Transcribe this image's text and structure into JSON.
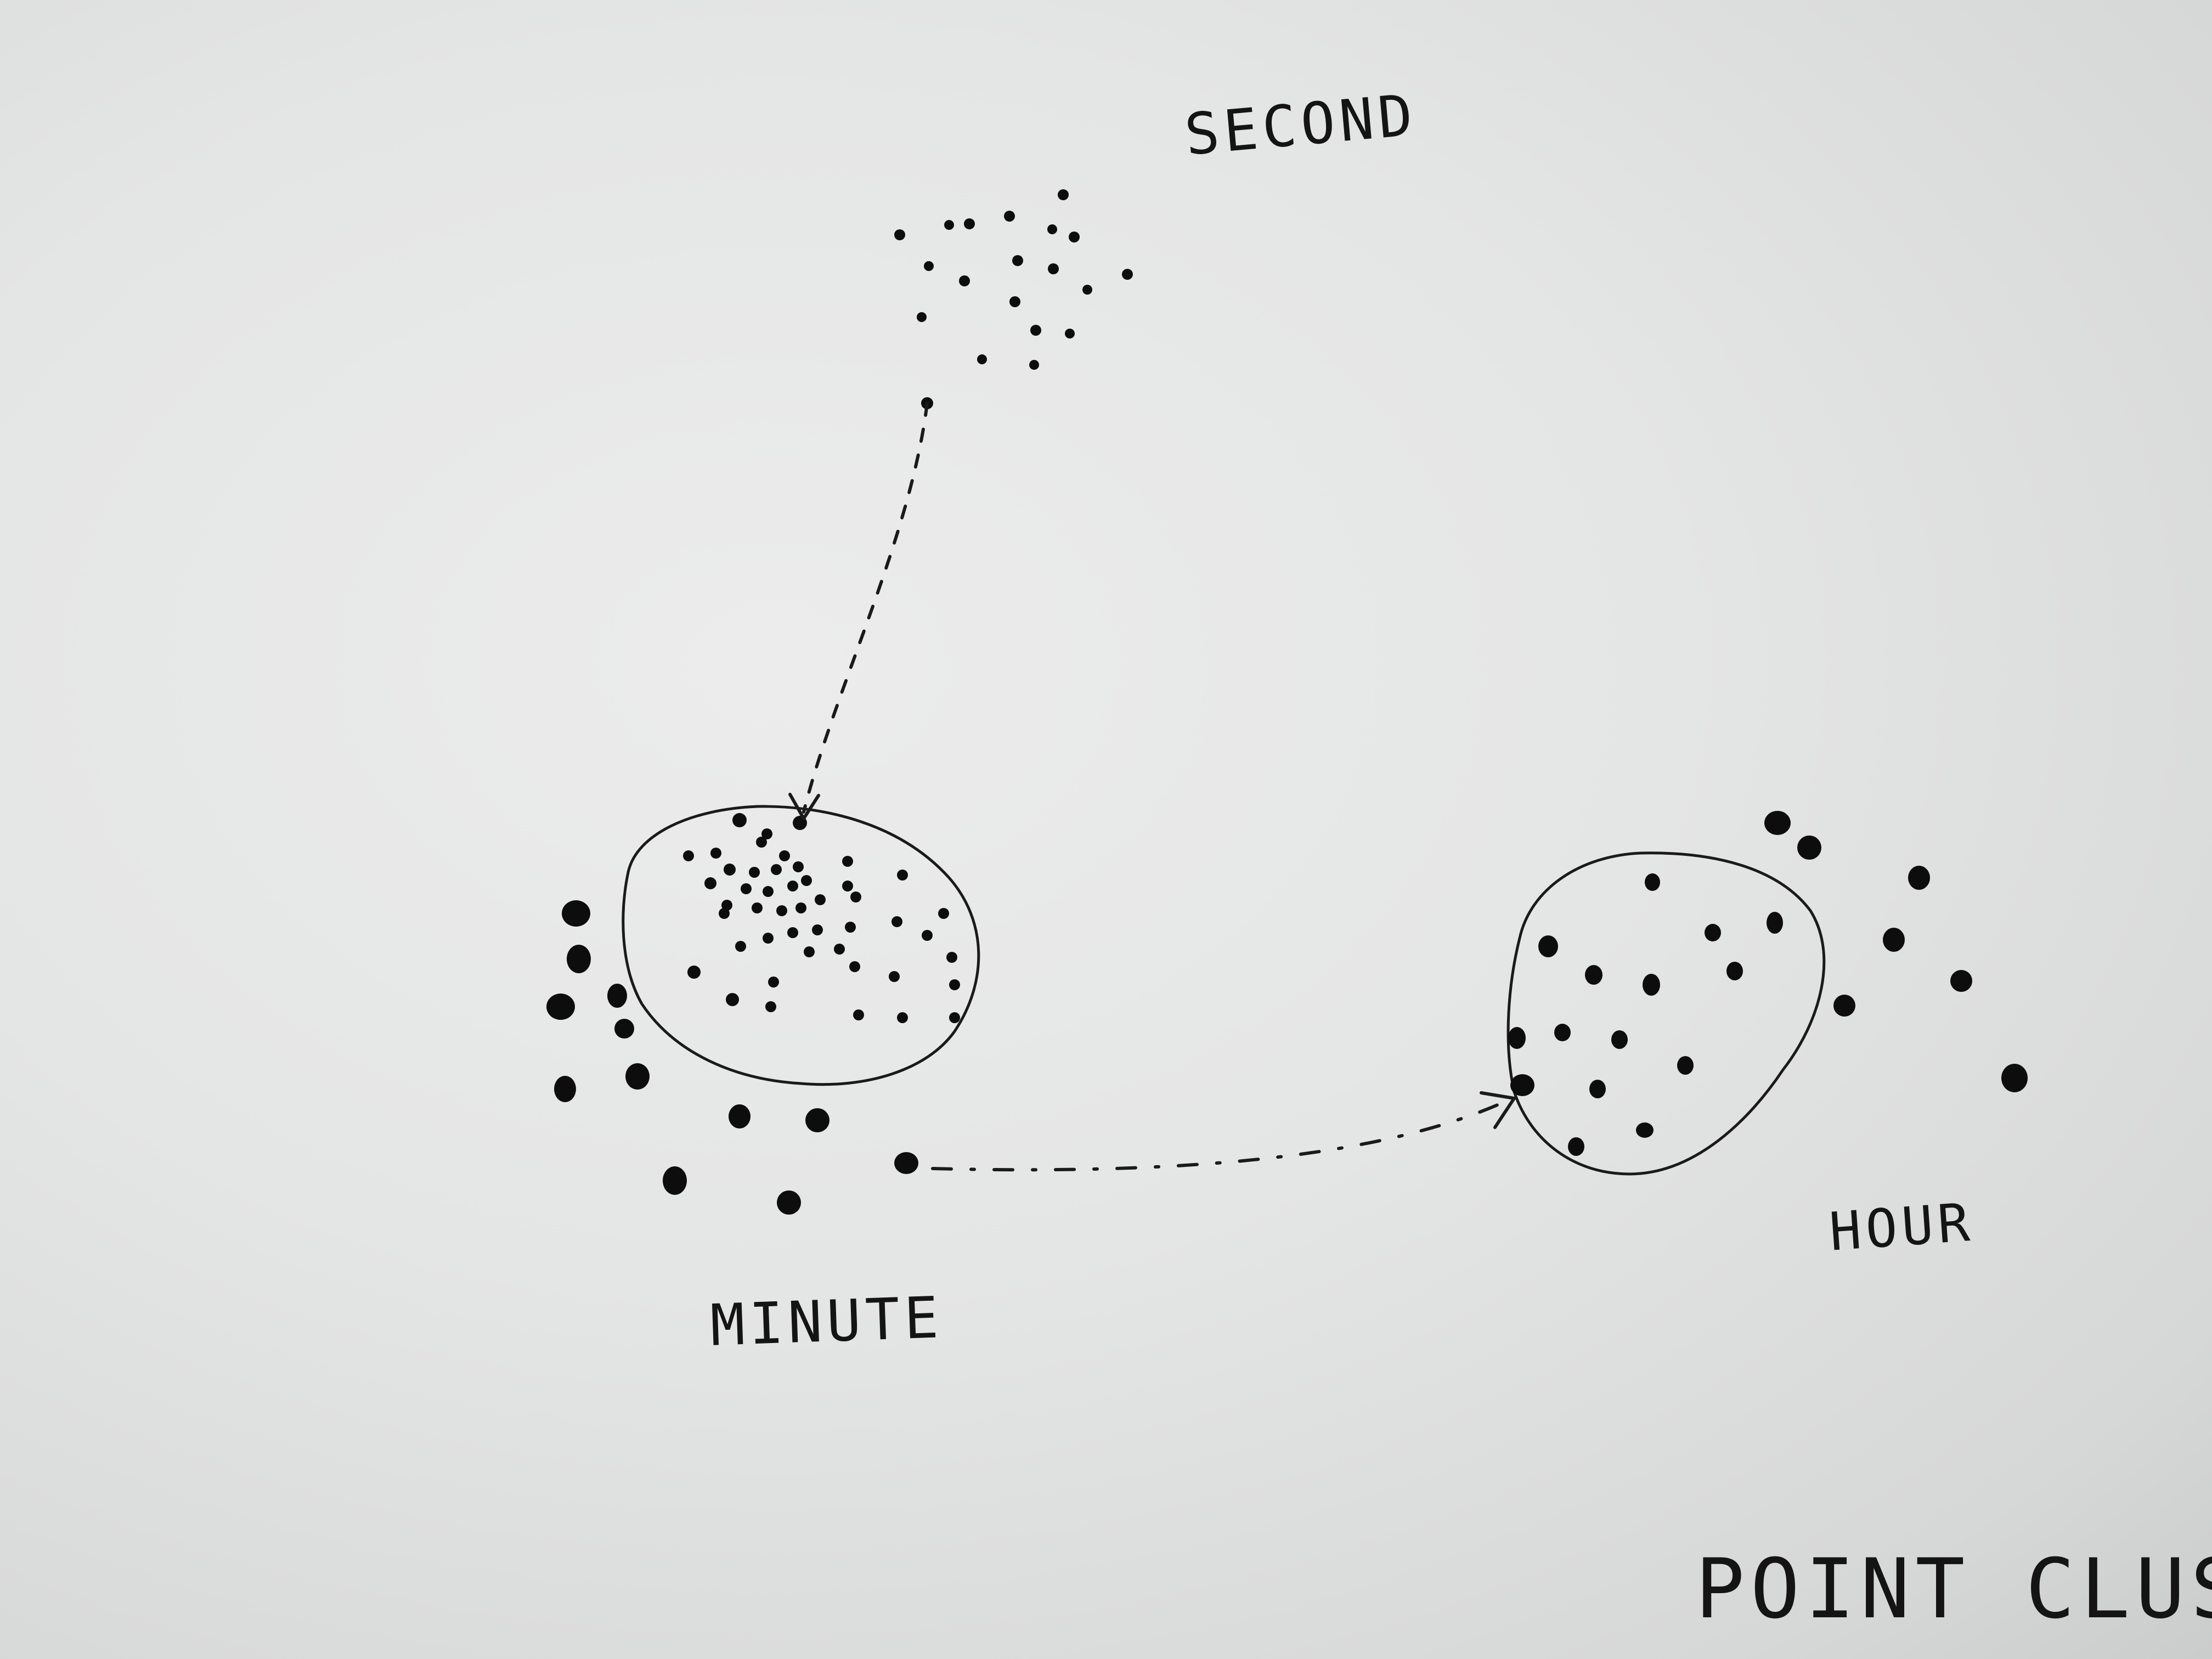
{
  "labels": {
    "second": "SECOND",
    "minute": "MINUTE",
    "hour": "HOUR",
    "title": "POINT CLUSTER"
  },
  "colors": {
    "ink": "#141414",
    "paper": "#e6e7e7"
  }
}
